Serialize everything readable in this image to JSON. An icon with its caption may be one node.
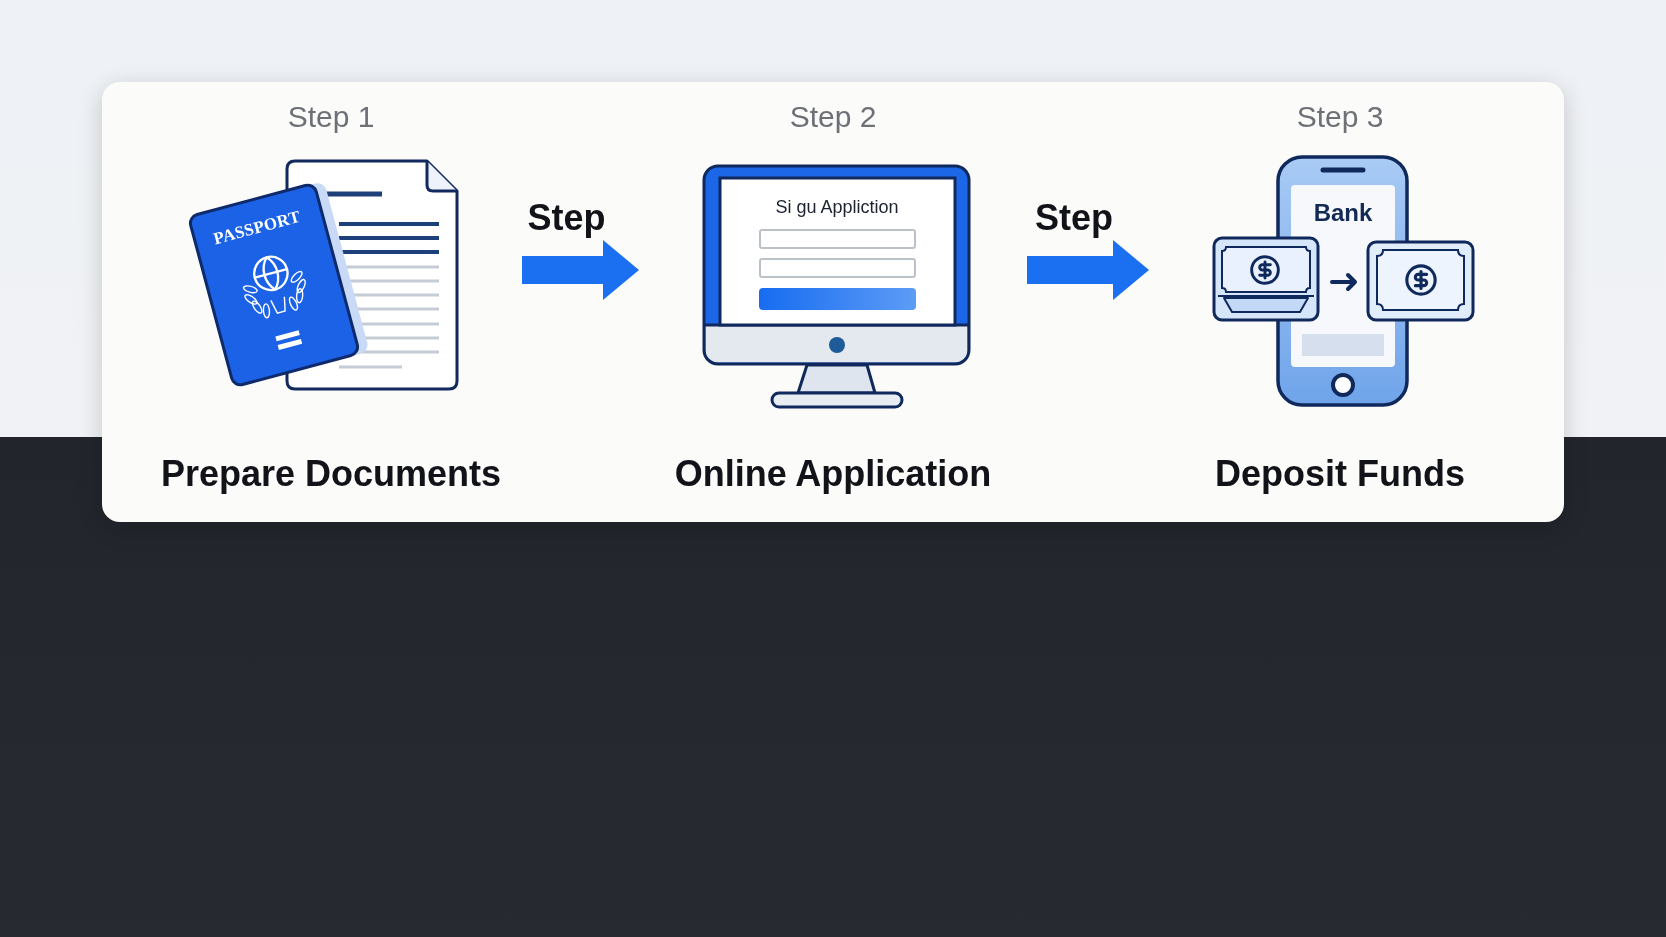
{
  "diagram": {
    "nodes": [
      {
        "text": [
          "Step 1",
          "Prepare Documents"
        ]
      },
      {
        "text": [
          "Step 2",
          "Online Application"
        ]
      },
      {
        "text": [
          "Step 3",
          "Deposit Funds"
        ]
      }
    ],
    "edges": [
      {
        "from": 0,
        "to": 1,
        "arrow": "to",
        "label": "Step"
      },
      {
        "from": 1,
        "to": 2,
        "arrow": "to",
        "label": "Step"
      }
    ],
    "labels": [
      "PASSPORT",
      "Si gu Appliction",
      "Bank"
    ]
  }
}
